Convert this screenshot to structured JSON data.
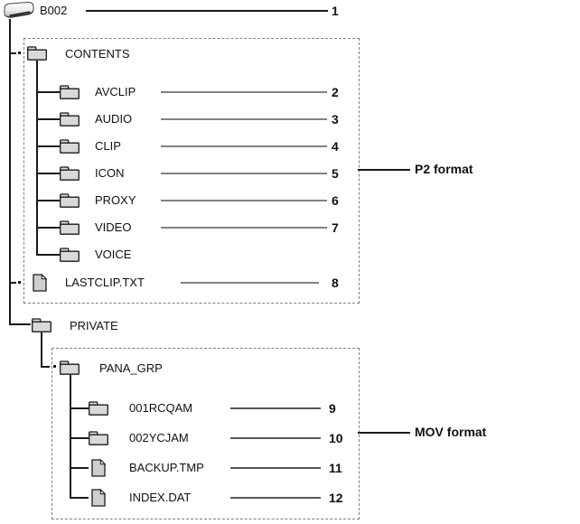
{
  "root": {
    "label": "B002",
    "num": "1"
  },
  "tree": {
    "contents": {
      "label": "CONTENTS"
    },
    "p2_items": [
      {
        "label": "AVCLIP",
        "num": "2",
        "icon": "folder"
      },
      {
        "label": "AUDIO",
        "num": "3",
        "icon": "folder"
      },
      {
        "label": "CLIP",
        "num": "4",
        "icon": "folder"
      },
      {
        "label": "ICON",
        "num": "5",
        "icon": "folder"
      },
      {
        "label": "PROXY",
        "num": "6",
        "icon": "folder"
      },
      {
        "label": "VIDEO",
        "num": "7",
        "icon": "folder"
      },
      {
        "label": "VOICE",
        "num": "",
        "icon": "folder"
      }
    ],
    "lastclip": {
      "label": "LASTCLIP.TXT",
      "num": "8",
      "icon": "file"
    },
    "private": {
      "label": "PRIVATE"
    },
    "pana_grp": {
      "label": "PANA_GRP"
    },
    "mov_items": [
      {
        "label": "001RCQAM",
        "num": "9",
        "icon": "folder"
      },
      {
        "label": "002YCJAM",
        "num": "10",
        "icon": "folder"
      },
      {
        "label": "BACKUP.TMP",
        "num": "11",
        "icon": "file"
      },
      {
        "label": "INDEX.DAT",
        "num": "12",
        "icon": "file"
      }
    ]
  },
  "annotations": {
    "p2_label": "P2 format",
    "mov_label": "MOV format"
  },
  "colors": {
    "line": "#1a1a1a",
    "leader_p2": "#828282",
    "leader_mov": "#565656",
    "dashed_border": "#7f7f7f",
    "folder_fill": "#d9d9d9",
    "file_fill": "#cfcfcf"
  }
}
